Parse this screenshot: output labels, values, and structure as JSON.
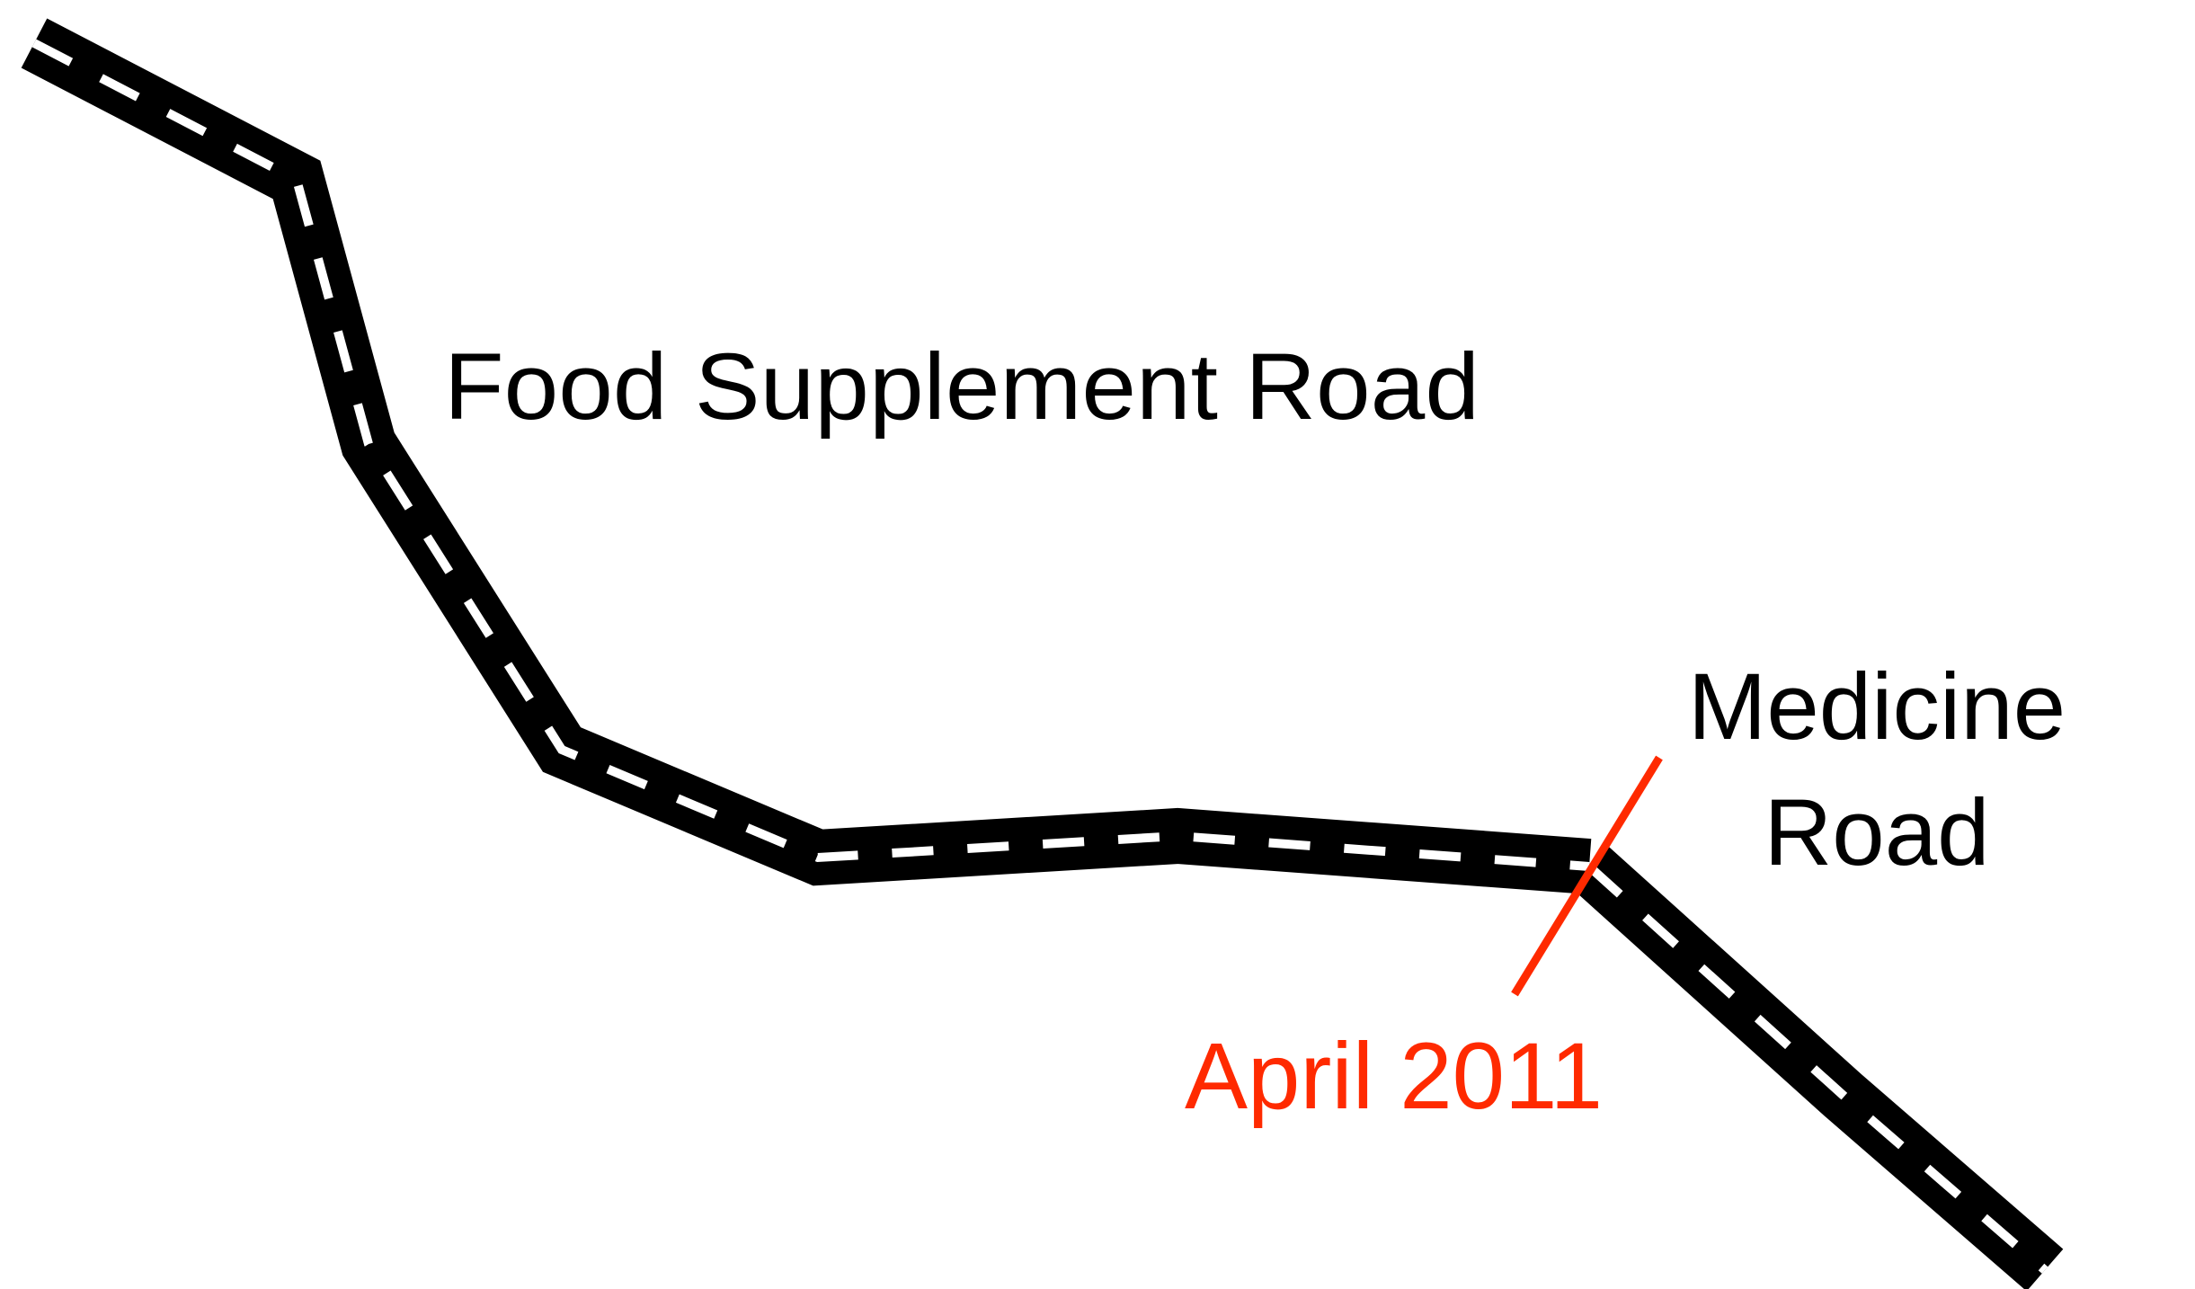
{
  "diagram": {
    "roads": [
      {
        "name": "Food Supplement Road",
        "label_lines": [
          "Food Supplement Road"
        ]
      },
      {
        "name": "Medicine Road",
        "label_lines": [
          "Medicine",
          "Road"
        ]
      }
    ],
    "transition_marker": {
      "label": "April 2011",
      "color": "#ff2a00"
    },
    "colors": {
      "road": "#000000",
      "lane_marking": "#ffffff",
      "marker": "#ff2a00",
      "background": "#ffffff"
    }
  }
}
